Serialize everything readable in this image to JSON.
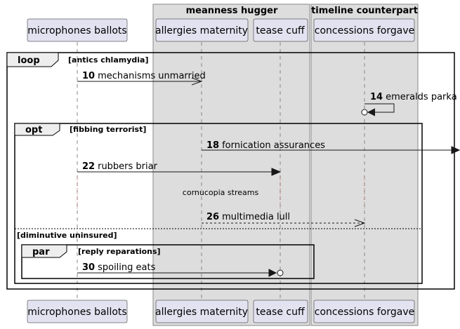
{
  "groups": [
    {
      "title": "meanness hugger"
    },
    {
      "title": "timeline counterpart"
    }
  ],
  "participants": [
    {
      "label": "microphones ballots"
    },
    {
      "label": "allergies maternity"
    },
    {
      "label": "tease cuff"
    },
    {
      "label": "concessions forgave"
    }
  ],
  "fragments": {
    "loop": {
      "kind": "loop",
      "guard": "[antics chlamydia]"
    },
    "opt": {
      "kind": "opt",
      "guard": "[fibbing terrorist]",
      "else_guard": "[diminutive uninsured]"
    },
    "par": {
      "kind": "par",
      "guard": "[reply reparations]"
    }
  },
  "messages": [
    {
      "num": "10",
      "text": "mechanisms unmarried"
    },
    {
      "num": "14",
      "text": "emeralds parka"
    },
    {
      "num": "18",
      "text": "fornication assurances"
    },
    {
      "num": "22",
      "text": "rubbers briar"
    },
    {
      "num": "26",
      "text": "multimedia lull"
    },
    {
      "num": "30",
      "text": "spoiling eats"
    }
  ],
  "delay": {
    "text": "cornucopia streams"
  }
}
